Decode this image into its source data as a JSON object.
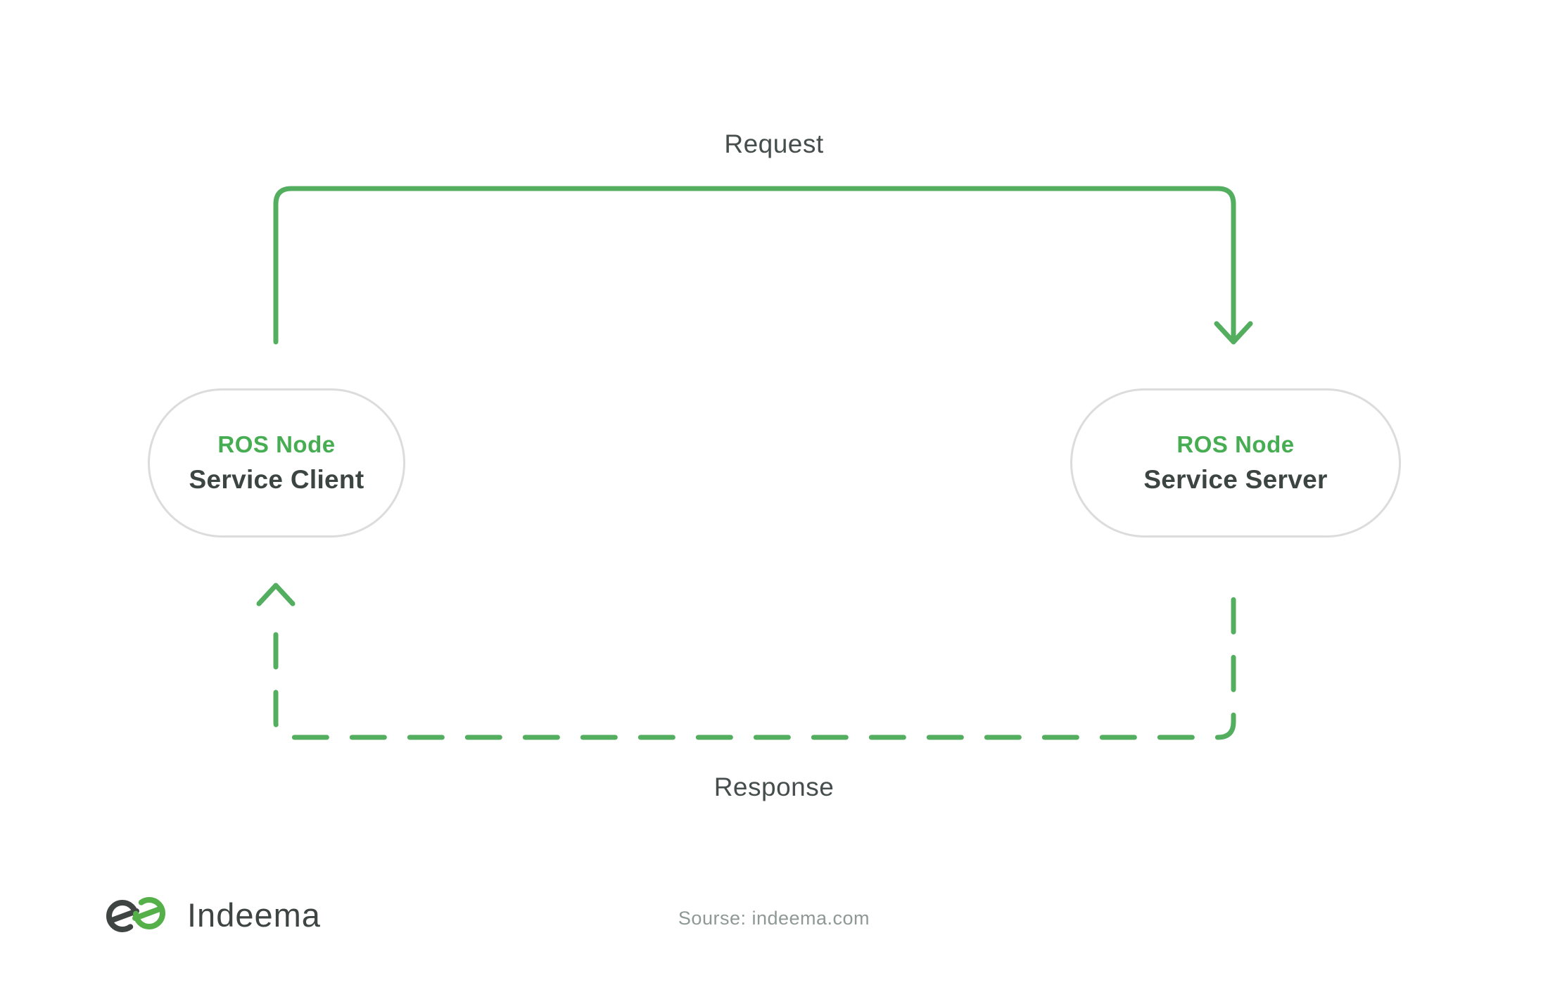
{
  "diagram": {
    "request_label": "Request",
    "response_label": "Response",
    "nodes": [
      {
        "title": "ROS Node",
        "subtitle": "Service Client"
      },
      {
        "title": "ROS Node",
        "subtitle": "Service Server"
      }
    ],
    "request_arrow": "solid-green-arrow-client-to-server",
    "response_arrow": "dashed-green-arrow-server-to-client"
  },
  "footer": {
    "logo_icon": "indeema-logo-icon",
    "logo_text": "Indeema",
    "source_text": "Sourse: indeema.com"
  },
  "colors": {
    "arrow_green": "#54AE60",
    "node_title_green": "#47AD52",
    "node_subtitle_dark": "#3D4543",
    "label_dark": "#454E4C",
    "node_border_grey": "#DCDCDC",
    "source_grey": "#8E9995",
    "logo_dark": "#3E4543",
    "logo_green": "#55B04A",
    "background": "#FFFFFF"
  }
}
